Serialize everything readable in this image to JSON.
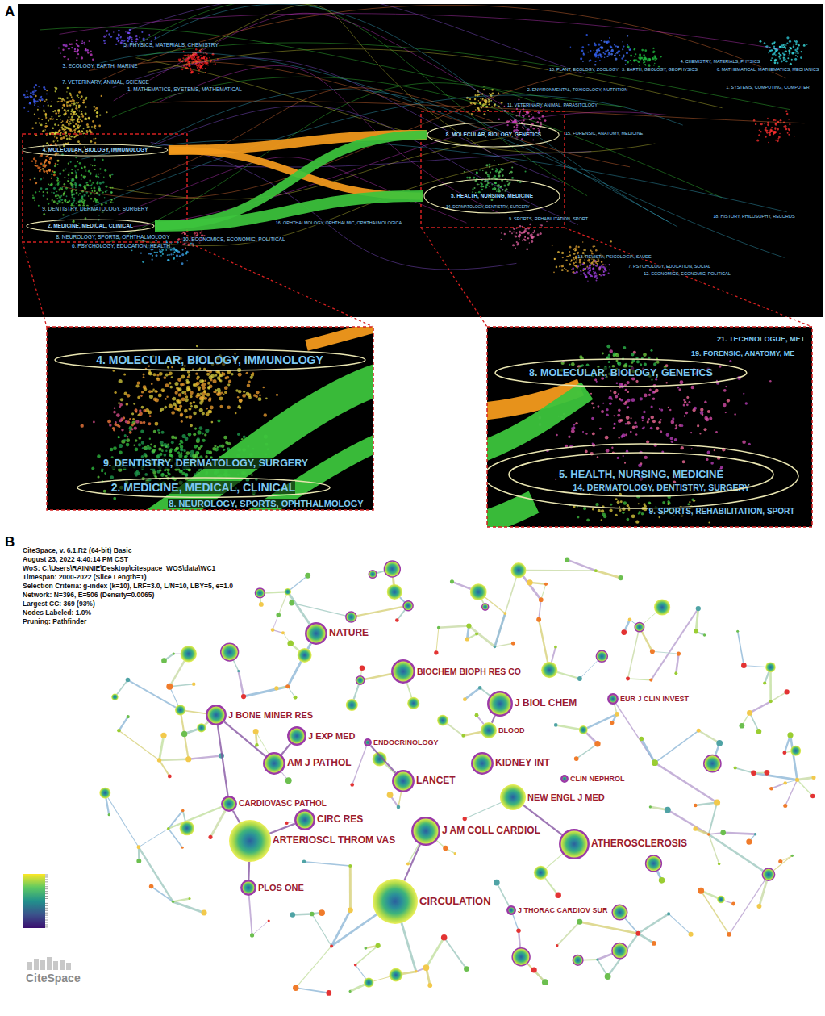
{
  "diagram": {
    "nodes": [
      {
        "text": [
          "4. MOLECULAR, BIOLOGY, IMMUNOLOGY"
        ]
      },
      {
        "text": [
          "2. MEDICINE, MEDICAL, CLINICAL"
        ]
      },
      {
        "text": [
          "8. MOLECULAR, BIOLOGY, GENETICS"
        ]
      },
      {
        "text": [
          "5. HEALTH, NURSING, MEDICINE"
        ]
      },
      {
        "text": [
          "4. MOLECULAR, BIOLOGY, IMMUNOLOGY"
        ]
      },
      {
        "text": [
          "2. MEDICINE, MEDICAL, CLINICAL"
        ]
      },
      {
        "text": [
          "8. MOLECULAR, BIOLOGY, GENETICS"
        ]
      },
      {
        "text": [
          "5. HEALTH, NURSING, MEDICINE"
        ]
      },
      {
        "text": [
          "NATURE"
        ]
      },
      {
        "text": [
          "BIOCHEM BIOPH RES CO"
        ]
      },
      {
        "text": [
          "J BIOL CHEM"
        ]
      },
      {
        "text": [
          "EUR J CLIN INVEST"
        ]
      },
      {
        "text": [
          "J BONE MINER RES"
        ]
      },
      {
        "text": [
          "J EXP MED"
        ]
      },
      {
        "text": [
          "ENDOCRINOLOGY"
        ]
      },
      {
        "text": [
          "BLOOD"
        ]
      },
      {
        "text": [
          "AM J PATHOL"
        ]
      },
      {
        "text": [
          "LANCET"
        ]
      },
      {
        "text": [
          "KIDNEY INT"
        ]
      },
      {
        "text": [
          "CLIN NEPHROL"
        ]
      },
      {
        "text": [
          "NEW ENGL J MED"
        ]
      },
      {
        "text": [
          "CARDIOVASC PATHOL"
        ]
      },
      {
        "text": [
          "CIRC RES"
        ]
      },
      {
        "text": [
          "J AM COLL CARDIOL"
        ]
      },
      {
        "text": [
          "ARTERIOSCL THROM VAS"
        ]
      },
      {
        "text": [
          "ATHEROSCLEROSIS"
        ]
      },
      {
        "text": [
          "PLOS ONE"
        ]
      },
      {
        "text": [
          "CIRCULATION"
        ]
      },
      {
        "text": [
          "J THORAC CARDIOV SUR"
        ]
      }
    ],
    "edges": [
      {
        "from": 0,
        "to": 2,
        "arrow": "none"
      },
      {
        "from": 0,
        "to": 3,
        "arrow": "none"
      },
      {
        "from": 1,
        "to": 2,
        "arrow": "none"
      },
      {
        "from": 1,
        "to": 3,
        "arrow": "none"
      },
      {
        "from": 12,
        "to": 16,
        "arrow": "none"
      },
      {
        "from": 13,
        "to": 16,
        "arrow": "none"
      },
      {
        "from": 23,
        "to": 27,
        "arrow": "none"
      },
      {
        "from": 25,
        "to": 20,
        "arrow": "none"
      },
      {
        "from": 22,
        "to": 24,
        "arrow": "none"
      },
      {
        "from": 21,
        "to": 24,
        "arrow": "none"
      },
      {
        "from": 26,
        "to": 24,
        "arrow": "none"
      },
      {
        "from": 12,
        "to": 21,
        "arrow": "none"
      },
      {
        "from": 14,
        "to": 17,
        "arrow": "none"
      },
      {
        "from": 15,
        "to": 10,
        "arrow": "none"
      }
    ],
    "labels": [
      "A",
      "5. PHYSICS, MATERIALS, CHEMISTRY",
      "3. ECOLOGY, EARTH, MARINE",
      "7. VETERINARY, ANIMAL, SCIENCE",
      "1. MATHEMATICS, SYSTEMS, MATHEMATICAL",
      "9. DENTISTRY, DERMATOLOGY, SURGERY",
      "8. NEUROLOGY, SPORTS, OPHTHALMOLOGY",
      "10. ECONOMICS, ECONOMIC, POLITICAL",
      "16. OPHTHALMOLOGY, OPHTHALMIC, OPHTHALMOLOGICA",
      "6. PSYCHOLOGY, EDUCATION, HEALTH",
      "10. PLANT, ECOLOGY, ZOOLOGY",
      "3. EARTH, GEOLOGY, GEOPHYSICS",
      "4. CHEMISTRY, MATERIALS, PHYSICS",
      "6. MATHEMATICAL, MATHEMATICS, MECHANICS",
      "1. SYSTEMS, COMPUTING, COMPUTER",
      "2. ENVIRONMENTAL, TOXICOLOGY, NUTRITION",
      "11. VETERINARY, ANIMAL, PARASITOLOGY",
      "15. FORENSIC, ANATOMY, MEDICINE",
      "14. DERMATOLOGY, DENTISTRY, SURGERY",
      "9. SPORTS, REHABILITATION, SPORT",
      "18. HISTORY, PHILOSOPHY, RECORDS",
      "13. REVISTA, PSICOLOGIA, SAUDE",
      "7. PSYCHOLOGY, EDUCATION, SOCIAL",
      "12. ECONOMICS, ECONOMIC, POLITICAL",
      "9. DENTISTRY, DERMATOLOGY, SURGERY",
      "8. NEUROLOGY, SPORTS, OPHTHALMOLOGY",
      "21. TECHNOLOGUE, MET",
      "19. FORENSIC, ANATOMY, ME",
      "14. DERMATOLOGY, DENTISTRY, SURGERY",
      "9. SPORTS, REHABILITATION, SPORT",
      "B",
      "CiteSpace, v. 6.1.R2 (64-bit) Basic",
      "August 23, 2022 4:40:14 PM CST",
      "WoS: C:\\Users\\RAINNIE\\Desktop\\citespace_WOS\\data\\WC1",
      "Timespan: 2000-2022 (Slice Length=1)",
      "Selection Criteria: g-index (k=10), LRF=3.0, L/N=10, LBY=5, e=1.0",
      "Network: N=396, E=506 (Density=0.0065)",
      "Largest CC: 369 (93%)",
      "Nodes Labeled: 1.0%",
      "Pruning: Pathfinder",
      "CiteSpace"
    ]
  }
}
